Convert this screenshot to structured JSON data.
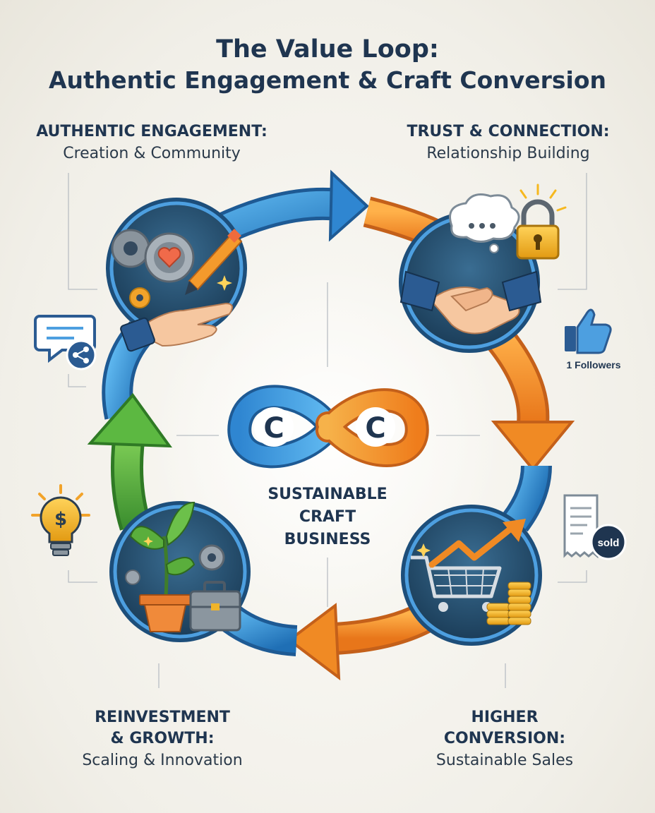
{
  "title": {
    "line1": "The Value Loop:",
    "line2": "Authentic Engagement & Craft Conversion"
  },
  "stages": [
    {
      "heading": "AUTHENTIC ENGAGEMENT:",
      "subheading": "Creation & Community"
    },
    {
      "heading": "TRUST & CONNECTION:",
      "subheading": "Relationship Building"
    },
    {
      "heading": "HIGHER",
      "heading2": "CONVERSION:",
      "subheading": "Sustainable Sales"
    },
    {
      "heading": "REINVESTMENT",
      "heading2": "& GROWTH:",
      "subheading": "Scaling & Innovation"
    }
  ],
  "center": {
    "logo_letters": [
      "C",
      "C"
    ],
    "line1": "SUSTAINABLE",
    "line2": "CRAFT",
    "line3": "BUSINESS"
  },
  "side_badges": {
    "followers": "1 Followers",
    "sold": "sold"
  },
  "icons": [
    "gears-heart-icon",
    "pen-icon",
    "open-hand-icon",
    "thought-bubble-icon",
    "padlock-icon",
    "handshake-icon",
    "shopping-cart-icon",
    "growth-arrow-icon",
    "coins-icon",
    "plant-pot-icon",
    "briefcase-icon",
    "gear-icon",
    "chat-share-icon",
    "thumbs-up-icon",
    "receipt-icon",
    "lightbulb-dollar-icon",
    "infinity-icon"
  ],
  "colors": {
    "blue": "#2f86d1",
    "orange": "#f08a24",
    "green": "#4fa83a",
    "navy": "#1f3550",
    "circle_dark": "#24506f"
  }
}
